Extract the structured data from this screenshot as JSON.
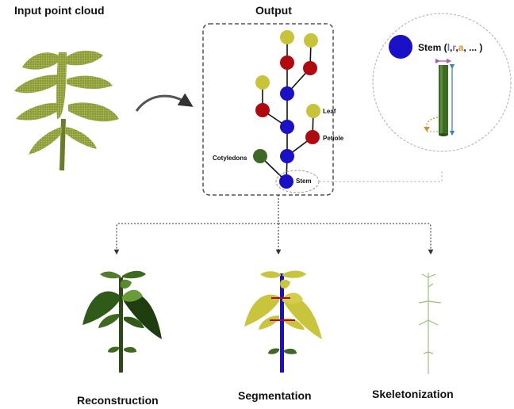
{
  "titles": {
    "input": "Input point cloud",
    "output": "Output"
  },
  "graph_labels": {
    "leaf": "Leaf",
    "petiole": "Petiole",
    "cotyledons": "Cotyledons",
    "stem": "Stem"
  },
  "stem_detail": {
    "prefix": "Stem (",
    "p_l": "l",
    "c1": ",",
    "p_r": "r",
    "c2": ",",
    "p_a": "a",
    "suffix": ", ... )"
  },
  "tasks": {
    "reconstruction": "Reconstruction",
    "segmentation": "Segmentation",
    "skeletonization": "Skeletonization"
  },
  "colors": {
    "stem_node": "#1a10c8",
    "petiole_node": "#b00a10",
    "leaf_node": "#c7c43a",
    "cotyledon_node": "#3f6a25",
    "param_l": "#3b82c4",
    "param_r": "#b05ab0",
    "param_a": "#e08a2a",
    "plant_green": "#3c6b22",
    "seg_leaf": "#c8c43c",
    "seg_stem": "#1a10c8",
    "seg_petiole": "#b00a10"
  }
}
